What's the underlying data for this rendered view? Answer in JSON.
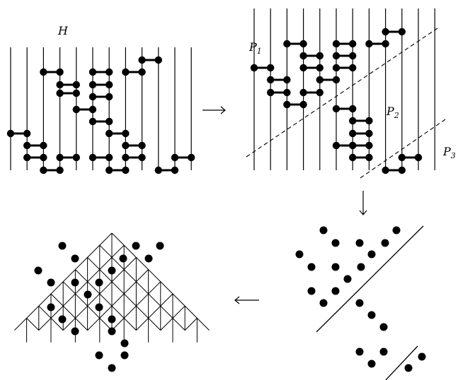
{
  "labels": {
    "h": "H",
    "p1": "P",
    "p1_sub": "1",
    "p2": "P",
    "p2_sub": "2",
    "p3": "P",
    "p3_sub": "3"
  },
  "colors": {
    "ink": "#000000",
    "background": "#ffffff"
  },
  "arrows": [
    "right-arrow",
    "down-arrow",
    "left-arrow"
  ],
  "diagram": {
    "panels": [
      "heap-diagram",
      "partitioned-diagram",
      "point-pattern",
      "pipe-dream-grid"
    ],
    "wires_per_diagram": 12,
    "rungs_per_diagram": 22,
    "partition_groups": [
      "P1",
      "P2",
      "P3"
    ]
  }
}
